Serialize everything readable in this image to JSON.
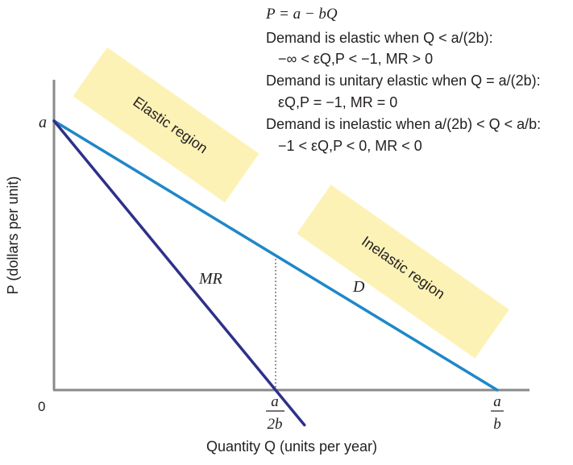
{
  "title_equation": "P = a − bQ",
  "notes": [
    {
      "text": "Demand is elastic when Q < a/(2b):"
    },
    {
      "text": "−∞ < εQ,P < −1, MR > 0"
    },
    {
      "text": "Demand is unitary elastic when Q = a/(2b):"
    },
    {
      "text": "εQ,P = −1, MR = 0"
    },
    {
      "text": "Demand is inelastic when a/(2b) < Q < a/b:"
    },
    {
      "text": "−1 < εQ,P < 0, MR < 0"
    }
  ],
  "axes": {
    "y_label": "P (dollars per unit)",
    "x_label": "Quantity Q (units per year)",
    "origin": "0",
    "y_intercept": "a",
    "x_tick_half": {
      "num": "a",
      "den": "2b"
    },
    "x_tick_full": {
      "num": "a",
      "den": "b"
    }
  },
  "curves": {
    "demand": {
      "label": "D",
      "color": "#1e88c8",
      "intercept": 1,
      "x_intercept": 1
    },
    "marginal_revenue": {
      "label": "MR",
      "color": "#2e3189",
      "intercept": 1,
      "x_intercept": 0.5
    }
  },
  "regions": {
    "elastic": {
      "label": "Elastic region",
      "color": "#fcf2b6"
    },
    "inelastic": {
      "label": "Inelastic region",
      "color": "#fcf2b6"
    }
  },
  "guide_color": "#231f20",
  "axis_color": "#8a8a8a"
}
